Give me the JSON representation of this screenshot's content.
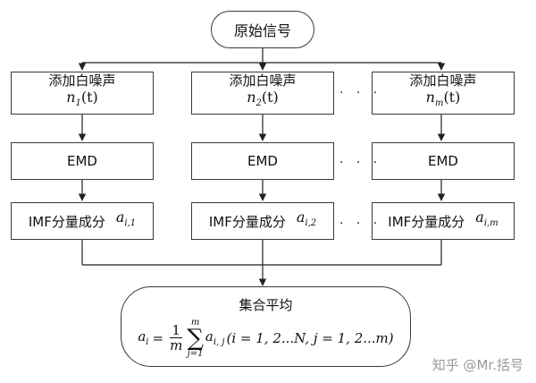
{
  "start": {
    "label": "原始信号"
  },
  "noise_label": "添加白噪声",
  "noise": [
    {
      "sym": "n",
      "sub": "1",
      "arg": "(t)"
    },
    {
      "sym": "n",
      "sub": "2",
      "arg": "(t)"
    },
    {
      "sym": "n",
      "sub": "m",
      "arg": "(t)"
    }
  ],
  "emd_label": "EMD",
  "imf_label": "IMF分量成分",
  "imf": [
    {
      "sym": "a",
      "sub": "i,1"
    },
    {
      "sym": "a",
      "sub": "i,2"
    },
    {
      "sym": "a",
      "sub": "i,m"
    }
  ],
  "ellipsis": ". . .",
  "ensemble": {
    "title": "集合平均",
    "lhs": "a",
    "lhs_sub": "i",
    "eq": "=",
    "frac_num": "1",
    "frac_den": "m",
    "sum_top": "m",
    "sum_bottom": "j=1",
    "term": "a",
    "term_sub": "i, j",
    "cond": "(i = 1, 2...N, j = 1, 2...m)"
  },
  "watermark": "知乎 @Mr.括号"
}
